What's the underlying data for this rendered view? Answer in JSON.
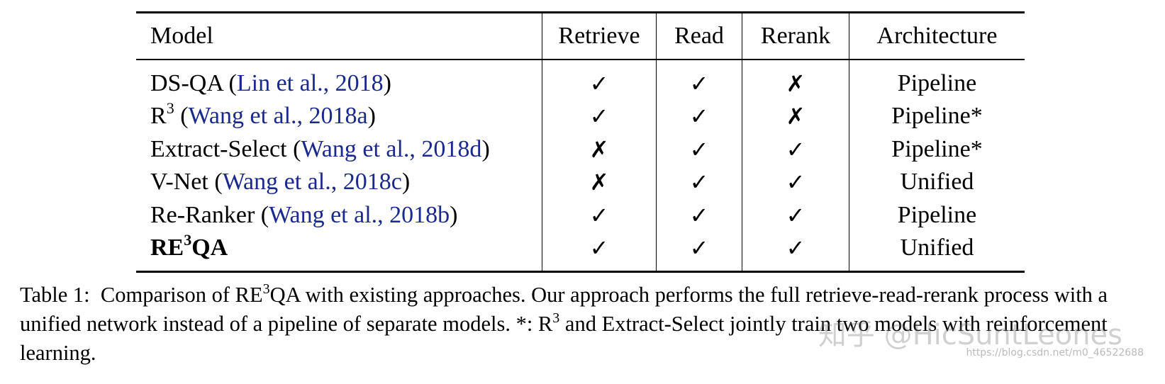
{
  "table": {
    "headers": {
      "model": "Model",
      "retrieve": "Retrieve",
      "read": "Read",
      "rerank": "Rerank",
      "architecture": "Architecture"
    },
    "rows": [
      {
        "name": "DS-QA",
        "name_sup": "",
        "name_rest": "",
        "cite": "Lin et al., 2018",
        "retrieve": "✓",
        "read": "✓",
        "rerank": "✗",
        "arch": "Pipeline"
      },
      {
        "name": "R",
        "name_sup": "3",
        "name_rest": "",
        "cite": "Wang et al., 2018a",
        "retrieve": "✓",
        "read": "✓",
        "rerank": "✗",
        "arch": "Pipeline*"
      },
      {
        "name": "Extract-Select",
        "name_sup": "",
        "name_rest": "",
        "cite": "Wang et al., 2018d",
        "retrieve": "✗",
        "read": "✓",
        "rerank": "✓",
        "arch": "Pipeline*"
      },
      {
        "name": "V-Net",
        "name_sup": "",
        "name_rest": "",
        "cite": "Wang et al., 2018c",
        "retrieve": "✗",
        "read": "✓",
        "rerank": "✓",
        "arch": "Unified"
      },
      {
        "name": "Re-Ranker",
        "name_sup": "",
        "name_rest": "",
        "cite": "Wang et al., 2018b",
        "retrieve": "✓",
        "read": "✓",
        "rerank": "✓",
        "arch": "Pipeline"
      },
      {
        "name": "RE",
        "name_sup": "3",
        "name_rest": "QA",
        "cite": "",
        "retrieve": "✓",
        "read": "✓",
        "rerank": "✓",
        "arch": "Unified"
      }
    ]
  },
  "caption": {
    "label": "Table 1:",
    "part1": "Comparison of RE",
    "sup1": "3",
    "part2": "QA with existing approaches. Our approach performs the full retrieve-read-rerank process with a unified network instead of a pipeline of separate models. *: R",
    "sup2": "3",
    "part3": " and Extract-Select jointly train two models with reinforcement learning."
  },
  "watermark": {
    "text": "知乎 @HicSuntLeones",
    "url": "https://blog.csdn.net/m0_46522688"
  }
}
